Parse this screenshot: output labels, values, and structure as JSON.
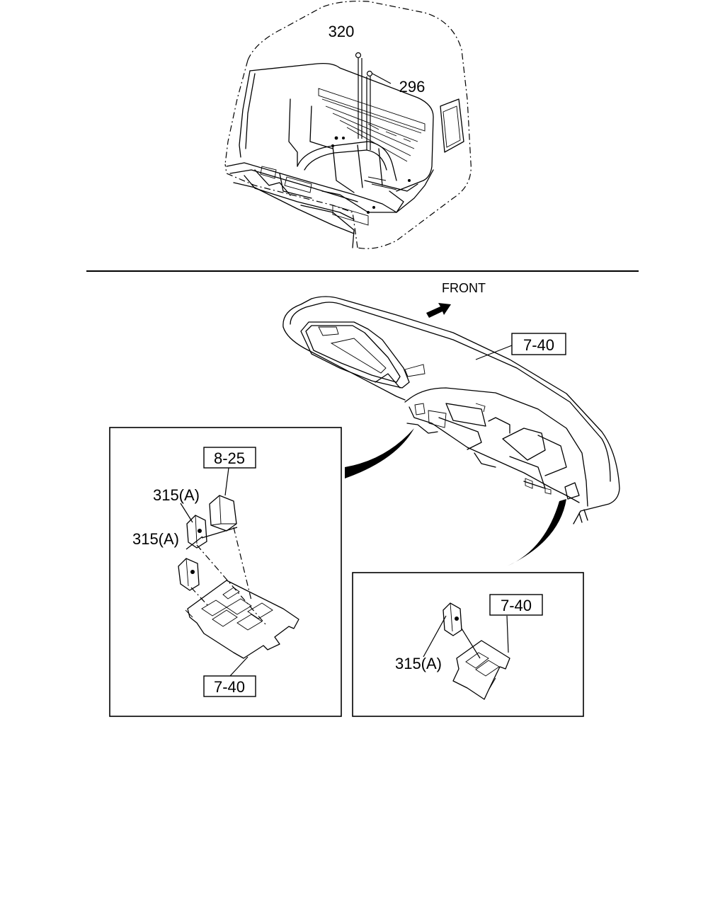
{
  "labels": {
    "ref_320": "320",
    "ref_296": "296",
    "front": "FRONT",
    "ref_7_40_dash": "7-40",
    "ref_8_25_left": "8-25",
    "ref_315a_left_upper": "315(A)",
    "ref_315a_left_lower": "315(A)",
    "ref_7_40_left": "7-40",
    "ref_7_40_right": "7-40",
    "ref_315a_right": "315(A)"
  }
}
